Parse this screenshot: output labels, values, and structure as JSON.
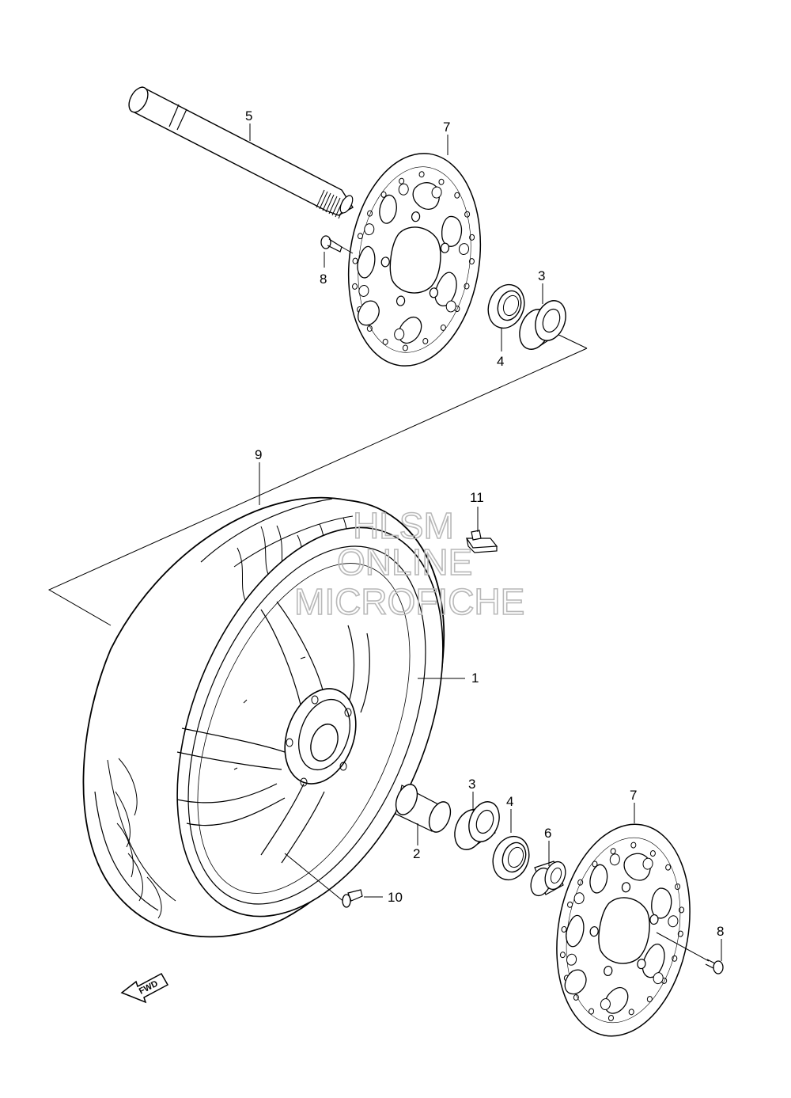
{
  "labels": {
    "axle": "5",
    "disc_top": "7",
    "bolt_top": "8",
    "bearing_top": "3",
    "seal_top": "4",
    "tire": "9",
    "valve_weight": "11",
    "wheel": "1",
    "spacer": "2",
    "bearing_bottom": "3",
    "seal_bottom": "4",
    "collar": "6",
    "disc_bottom": "7",
    "bolt_bottom": "8",
    "valve": "10"
  },
  "watermark": {
    "line1": "HLSM",
    "line2": "ONLINE",
    "line3": "MICROFICHE"
  },
  "fwd_arrow_text": "FWD"
}
